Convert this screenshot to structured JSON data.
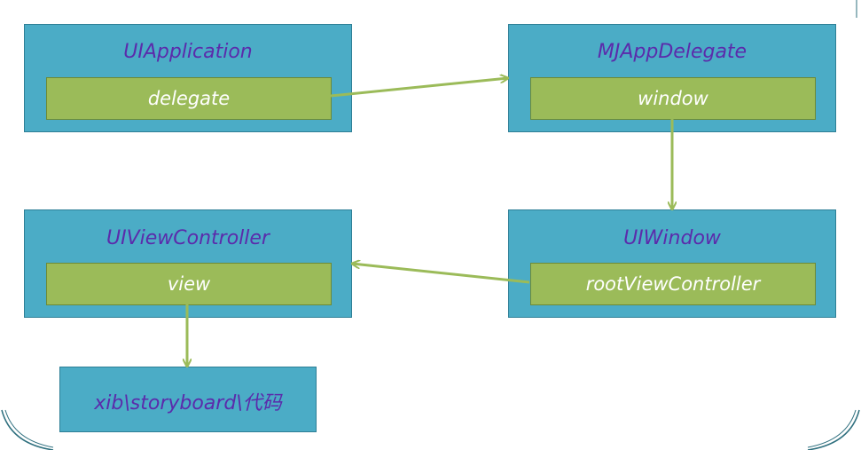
{
  "nodes": {
    "uiapplication": {
      "title": "UIApplication",
      "field": "delegate"
    },
    "mjappdelegate": {
      "title": "MJAppDelegate",
      "field": "window"
    },
    "uiwindow": {
      "title": "UIWindow",
      "field": "rootViewController"
    },
    "uiviewcontroller": {
      "title": "UIViewController",
      "field": "view"
    },
    "source": {
      "title": "xib\\storyboard\\代码"
    }
  },
  "colors": {
    "box_fill": "#4bacc6",
    "field_fill": "#9bbb59",
    "title_text": "#5b2bab",
    "field_text": "#ffffff",
    "arrow": "#9bbb59"
  },
  "edges": [
    {
      "from": "uiapplication.delegate",
      "to": "mjappdelegate"
    },
    {
      "from": "mjappdelegate.window",
      "to": "uiwindow"
    },
    {
      "from": "uiwindow.rootViewController",
      "to": "uiviewcontroller"
    },
    {
      "from": "uiviewcontroller.view",
      "to": "source"
    }
  ]
}
